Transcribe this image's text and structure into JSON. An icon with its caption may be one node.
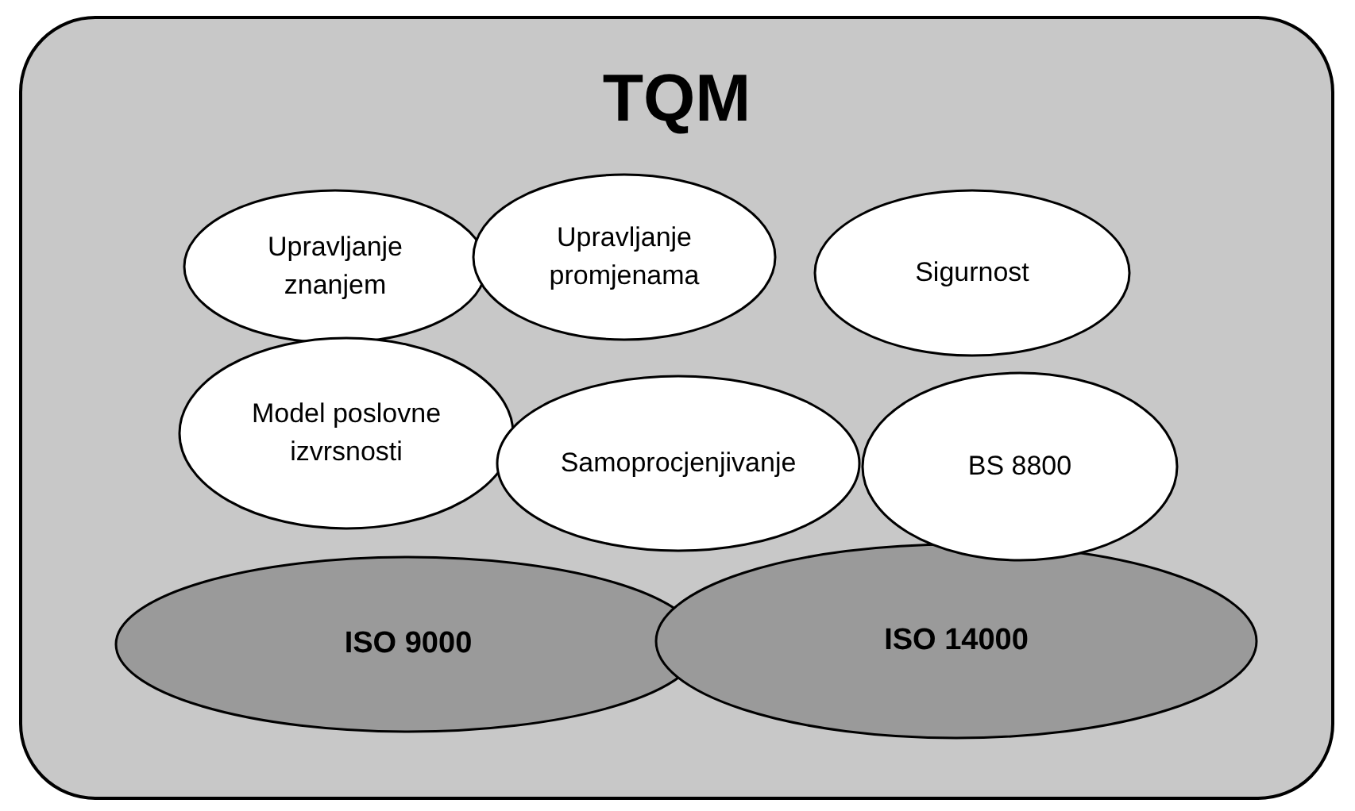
{
  "diagram": {
    "nodes": [
      {
        "text": [
          "TQM"
        ]
      },
      {
        "text": [
          "Upravljanje znanjem"
        ],
        "in": 0
      },
      {
        "text": [
          "Upravljanje promjenama"
        ],
        "in": 0
      },
      {
        "text": [
          "Sigurnost"
        ],
        "in": 0
      },
      {
        "text": [
          "Model poslovne izvrsnosti"
        ],
        "in": 0
      },
      {
        "text": [
          "Samoprocjenjivanje"
        ],
        "in": 0
      },
      {
        "text": [
          "BS 8800"
        ],
        "in": 0
      },
      {
        "text": [
          "ISO 9000"
        ],
        "in": 0
      },
      {
        "text": [
          "ISO 14000"
        ],
        "in": 0
      }
    ],
    "edges": []
  }
}
